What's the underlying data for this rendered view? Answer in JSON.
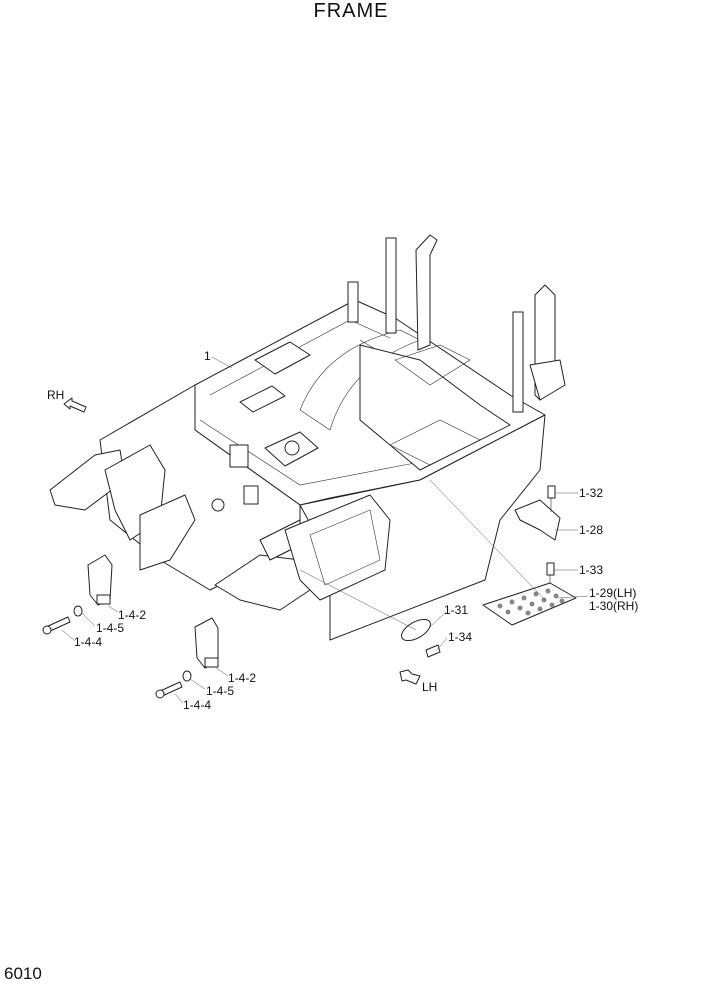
{
  "title": "FRAME",
  "page_number": "6010",
  "directions": {
    "rh": "RH",
    "lh": "LH"
  },
  "callouts": {
    "c1": "1",
    "c1_32": "1-32",
    "c1_28": "1-28",
    "c1_33": "1-33",
    "c1_29": "1-29(LH)",
    "c1_30": "1-30(RH)",
    "c1_31": "1-31",
    "c1_34": "1-34",
    "c1_4_2_a": "1-4-2",
    "c1_4_5_a": "1-4-5",
    "c1_4_4_a": "1-4-4",
    "c1_4_2_b": "1-4-2",
    "c1_4_5_b": "1-4-5",
    "c1_4_4_b": "1-4-4"
  }
}
